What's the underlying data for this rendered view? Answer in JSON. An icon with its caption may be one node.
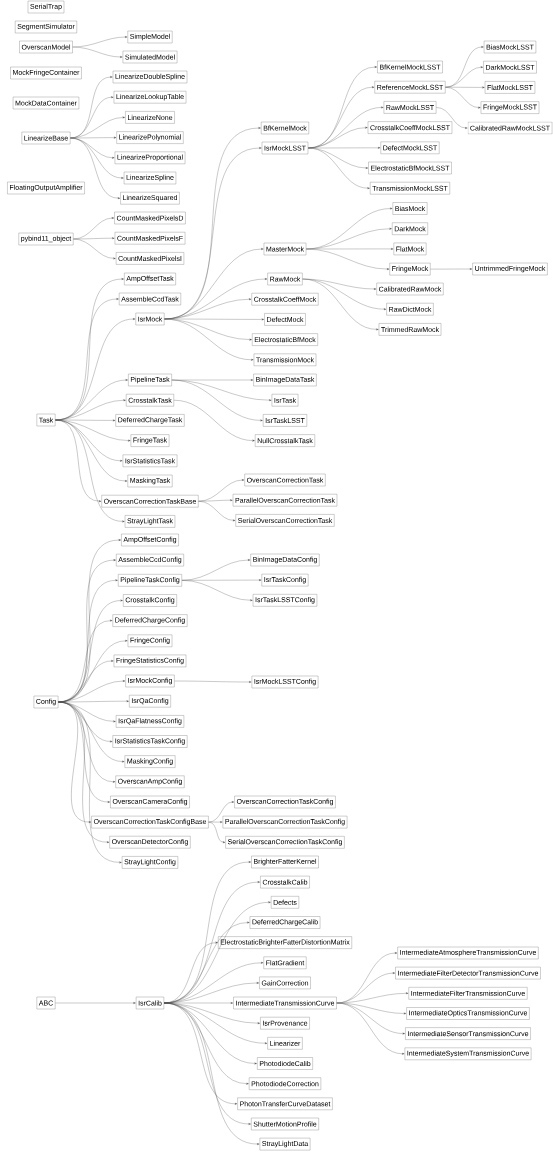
{
  "diagram": {
    "nodes": [
      {
        "text": [
          "SerialTrap"
        ]
      },
      {
        "text": [
          "SegmentSimulator"
        ]
      },
      {
        "text": [
          "OverscanModel"
        ]
      },
      {
        "text": [
          "SimpleModel"
        ]
      },
      {
        "text": [
          "SimulatedModel"
        ]
      },
      {
        "text": [
          "MockFringeContainer"
        ]
      },
      {
        "text": [
          "MockDataContainer"
        ]
      },
      {
        "text": [
          "LinearizeBase"
        ]
      },
      {
        "text": [
          "LinearizeDoubleSpline"
        ]
      },
      {
        "text": [
          "LinearizeLookupTable"
        ]
      },
      {
        "text": [
          "LinearizeNone"
        ]
      },
      {
        "text": [
          "LinearizePolynomial"
        ]
      },
      {
        "text": [
          "LinearizeProportional"
        ]
      },
      {
        "text": [
          "LinearizeSpline"
        ]
      },
      {
        "text": [
          "LinearizeSquared"
        ]
      },
      {
        "text": [
          "FloatingOutputAmplifier"
        ]
      },
      {
        "text": [
          "pybind11_object"
        ]
      },
      {
        "text": [
          "CountMaskedPixelsD"
        ]
      },
      {
        "text": [
          "CountMaskedPixelsF"
        ]
      },
      {
        "text": [
          "CountMaskedPixelsI"
        ]
      },
      {
        "text": [
          "Task"
        ]
      },
      {
        "text": [
          "AmpOffsetTask"
        ]
      },
      {
        "text": [
          "AssembleCcdTask"
        ]
      },
      {
        "text": [
          "IsrMock"
        ]
      },
      {
        "text": [
          "PipelineTask"
        ]
      },
      {
        "text": [
          "CrosstalkTask"
        ]
      },
      {
        "text": [
          "DeferredChargeTask"
        ]
      },
      {
        "text": [
          "FringeTask"
        ]
      },
      {
        "text": [
          "IsrStatisticsTask"
        ]
      },
      {
        "text": [
          "MaskingTask"
        ]
      },
      {
        "text": [
          "OverscanCorrectionTaskBase"
        ]
      },
      {
        "text": [
          "StrayLightTask"
        ]
      },
      {
        "text": [
          "BfKernelMock"
        ]
      },
      {
        "text": [
          "IsrMockLSST"
        ]
      },
      {
        "text": [
          "MasterMock"
        ]
      },
      {
        "text": [
          "RawMock"
        ]
      },
      {
        "text": [
          "CrosstalkCoeffMock"
        ]
      },
      {
        "text": [
          "DefectMock"
        ]
      },
      {
        "text": [
          "ElectrostaticBfMock"
        ]
      },
      {
        "text": [
          "TransmissionMock"
        ]
      },
      {
        "text": [
          "BinImageDataTask"
        ]
      },
      {
        "text": [
          "IsrTask"
        ]
      },
      {
        "text": [
          "IsrTaskLSST"
        ]
      },
      {
        "text": [
          "NullCrosstalkTask"
        ]
      },
      {
        "text": [
          "OverscanCorrectionTask"
        ]
      },
      {
        "text": [
          "ParallelOverscanCorrectionTask"
        ]
      },
      {
        "text": [
          "SerialOverscanCorrectionTask"
        ]
      },
      {
        "text": [
          "BfKernelMockLSST"
        ]
      },
      {
        "text": [
          "ReferenceMockLSST"
        ]
      },
      {
        "text": [
          "RawMockLSST"
        ]
      },
      {
        "text": [
          "CrosstalkCoeffMockLSST"
        ]
      },
      {
        "text": [
          "DefectMockLSST"
        ]
      },
      {
        "text": [
          "ElectrostaticBfMockLSST"
        ]
      },
      {
        "text": [
          "TransmissionMockLSST"
        ]
      },
      {
        "text": [
          "BiasMock"
        ]
      },
      {
        "text": [
          "DarkMock"
        ]
      },
      {
        "text": [
          "FlatMock"
        ]
      },
      {
        "text": [
          "FringeMock"
        ]
      },
      {
        "text": [
          "CalibratedRawMock"
        ]
      },
      {
        "text": [
          "RawDictMock"
        ]
      },
      {
        "text": [
          "TrimmedRawMock"
        ]
      },
      {
        "text": [
          "BiasMockLSST"
        ]
      },
      {
        "text": [
          "DarkMockLSST"
        ]
      },
      {
        "text": [
          "FlatMockLSST"
        ]
      },
      {
        "text": [
          "FringeMockLSST"
        ]
      },
      {
        "text": [
          "CalibratedRawMockLSST"
        ]
      },
      {
        "text": [
          "UntrimmedFringeMock"
        ]
      },
      {
        "text": [
          "Config"
        ]
      },
      {
        "text": [
          "AmpOffsetConfig"
        ]
      },
      {
        "text": [
          "AssembleCcdConfig"
        ]
      },
      {
        "text": [
          "PipelineTaskConfig"
        ]
      },
      {
        "text": [
          "CrosstalkConfig"
        ]
      },
      {
        "text": [
          "DeferredChargeConfig"
        ]
      },
      {
        "text": [
          "FringeConfig"
        ]
      },
      {
        "text": [
          "FringeStatisticsConfig"
        ]
      },
      {
        "text": [
          "IsrMockConfig"
        ]
      },
      {
        "text": [
          "IsrQaConfig"
        ]
      },
      {
        "text": [
          "IsrQaFlatnessConfig"
        ]
      },
      {
        "text": [
          "IsrStatisticsTaskConfig"
        ]
      },
      {
        "text": [
          "MaskingConfig"
        ]
      },
      {
        "text": [
          "OverscanAmpConfig"
        ]
      },
      {
        "text": [
          "OverscanCameraConfig"
        ]
      },
      {
        "text": [
          "OverscanCorrectionTaskConfigBase"
        ]
      },
      {
        "text": [
          "OverscanDetectorConfig"
        ]
      },
      {
        "text": [
          "StrayLightConfig"
        ]
      },
      {
        "text": [
          "BinImageDataConfig"
        ]
      },
      {
        "text": [
          "IsrTaskConfig"
        ]
      },
      {
        "text": [
          "IsrTaskLSSTConfig"
        ]
      },
      {
        "text": [
          "IsrMockLSSTConfig"
        ]
      },
      {
        "text": [
          "OverscanCorrectionTaskConfig"
        ]
      },
      {
        "text": [
          "ParallelOverscanCorrectionTaskConfig"
        ]
      },
      {
        "text": [
          "SerialOverscanCorrectionTaskConfig"
        ]
      },
      {
        "text": [
          "ABC"
        ]
      },
      {
        "text": [
          "IsrCalib"
        ]
      },
      {
        "text": [
          "BrighterFatterKernel"
        ]
      },
      {
        "text": [
          "CrosstalkCalib"
        ]
      },
      {
        "text": [
          "Defects"
        ]
      },
      {
        "text": [
          "DeferredChargeCalib"
        ]
      },
      {
        "text": [
          "ElectrostaticBrighterFatterDistortionMatrix"
        ]
      },
      {
        "text": [
          "FlatGradient"
        ]
      },
      {
        "text": [
          "GainCorrection"
        ]
      },
      {
        "text": [
          "IntermediateTransmissionCurve"
        ]
      },
      {
        "text": [
          "IsrProvenance"
        ]
      },
      {
        "text": [
          "Linearizer"
        ]
      },
      {
        "text": [
          "PhotodiodeCalib"
        ]
      },
      {
        "text": [
          "PhotodiodeCorrection"
        ]
      },
      {
        "text": [
          "PhotonTransferCurveDataset"
        ]
      },
      {
        "text": [
          "ShutterMotionProfile"
        ]
      },
      {
        "text": [
          "StrayLightData"
        ]
      },
      {
        "text": [
          "IntermediateAtmosphereTransmissionCurve"
        ]
      },
      {
        "text": [
          "IntermediateFilterDetectorTransmissionCurve"
        ]
      },
      {
        "text": [
          "IntermediateFilterTransmissionCurve"
        ]
      },
      {
        "text": [
          "IntermediateOpticsTransmissionCurve"
        ]
      },
      {
        "text": [
          "IntermediateSensorTransmissionCurve"
        ]
      },
      {
        "text": [
          "IntermediateSystemTransmissionCurve"
        ]
      }
    ],
    "edges": [
      {
        "from": 2,
        "to": 3,
        "arrow": "to"
      },
      {
        "from": 2,
        "to": 4,
        "arrow": "to"
      },
      {
        "from": 7,
        "to": 8,
        "arrow": "to"
      },
      {
        "from": 7,
        "to": 9,
        "arrow": "to"
      },
      {
        "from": 7,
        "to": 10,
        "arrow": "to"
      },
      {
        "from": 7,
        "to": 11,
        "arrow": "to"
      },
      {
        "from": 7,
        "to": 12,
        "arrow": "to"
      },
      {
        "from": 7,
        "to": 13,
        "arrow": "to"
      },
      {
        "from": 7,
        "to": 14,
        "arrow": "to"
      },
      {
        "from": 16,
        "to": 17,
        "arrow": "to"
      },
      {
        "from": 16,
        "to": 18,
        "arrow": "to"
      },
      {
        "from": 16,
        "to": 19,
        "arrow": "to"
      },
      {
        "from": 20,
        "to": 21,
        "arrow": "to"
      },
      {
        "from": 20,
        "to": 22,
        "arrow": "to"
      },
      {
        "from": 20,
        "to": 23,
        "arrow": "to"
      },
      {
        "from": 20,
        "to": 24,
        "arrow": "to"
      },
      {
        "from": 20,
        "to": 25,
        "arrow": "to"
      },
      {
        "from": 20,
        "to": 26,
        "arrow": "to"
      },
      {
        "from": 20,
        "to": 27,
        "arrow": "to"
      },
      {
        "from": 20,
        "to": 28,
        "arrow": "to"
      },
      {
        "from": 20,
        "to": 29,
        "arrow": "to"
      },
      {
        "from": 20,
        "to": 30,
        "arrow": "to"
      },
      {
        "from": 20,
        "to": 31,
        "arrow": "to"
      },
      {
        "from": 23,
        "to": 32,
        "arrow": "to"
      },
      {
        "from": 23,
        "to": 33,
        "arrow": "to"
      },
      {
        "from": 23,
        "to": 34,
        "arrow": "to"
      },
      {
        "from": 23,
        "to": 35,
        "arrow": "to"
      },
      {
        "from": 23,
        "to": 36,
        "arrow": "to"
      },
      {
        "from": 23,
        "to": 37,
        "arrow": "to"
      },
      {
        "from": 23,
        "to": 38,
        "arrow": "to"
      },
      {
        "from": 23,
        "to": 39,
        "arrow": "to"
      },
      {
        "from": 24,
        "to": 40,
        "arrow": "to"
      },
      {
        "from": 24,
        "to": 41,
        "arrow": "to"
      },
      {
        "from": 24,
        "to": 42,
        "arrow": "to"
      },
      {
        "from": 25,
        "to": 43,
        "arrow": "to"
      },
      {
        "from": 30,
        "to": 44,
        "arrow": "to"
      },
      {
        "from": 30,
        "to": 45,
        "arrow": "to"
      },
      {
        "from": 30,
        "to": 46,
        "arrow": "to"
      },
      {
        "from": 33,
        "to": 47,
        "arrow": "to"
      },
      {
        "from": 33,
        "to": 48,
        "arrow": "to"
      },
      {
        "from": 33,
        "to": 49,
        "arrow": "to"
      },
      {
        "from": 33,
        "to": 50,
        "arrow": "to"
      },
      {
        "from": 33,
        "to": 51,
        "arrow": "to"
      },
      {
        "from": 33,
        "to": 52,
        "arrow": "to"
      },
      {
        "from": 33,
        "to": 53,
        "arrow": "to"
      },
      {
        "from": 34,
        "to": 54,
        "arrow": "to"
      },
      {
        "from": 34,
        "to": 55,
        "arrow": "to"
      },
      {
        "from": 34,
        "to": 56,
        "arrow": "to"
      },
      {
        "from": 34,
        "to": 57,
        "arrow": "to"
      },
      {
        "from": 35,
        "to": 58,
        "arrow": "to"
      },
      {
        "from": 35,
        "to": 59,
        "arrow": "to"
      },
      {
        "from": 35,
        "to": 60,
        "arrow": "to"
      },
      {
        "from": 48,
        "to": 61,
        "arrow": "to"
      },
      {
        "from": 48,
        "to": 62,
        "arrow": "to"
      },
      {
        "from": 48,
        "to": 63,
        "arrow": "to"
      },
      {
        "from": 48,
        "to": 64,
        "arrow": "to"
      },
      {
        "from": 49,
        "to": 65,
        "arrow": "to"
      },
      {
        "from": 57,
        "to": 66,
        "arrow": "to"
      },
      {
        "from": 67,
        "to": 68,
        "arrow": "to"
      },
      {
        "from": 67,
        "to": 69,
        "arrow": "to"
      },
      {
        "from": 67,
        "to": 70,
        "arrow": "to"
      },
      {
        "from": 67,
        "to": 71,
        "arrow": "to"
      },
      {
        "from": 67,
        "to": 72,
        "arrow": "to"
      },
      {
        "from": 67,
        "to": 73,
        "arrow": "to"
      },
      {
        "from": 67,
        "to": 74,
        "arrow": "to"
      },
      {
        "from": 67,
        "to": 75,
        "arrow": "to"
      },
      {
        "from": 67,
        "to": 76,
        "arrow": "to"
      },
      {
        "from": 67,
        "to": 77,
        "arrow": "to"
      },
      {
        "from": 67,
        "to": 78,
        "arrow": "to"
      },
      {
        "from": 67,
        "to": 79,
        "arrow": "to"
      },
      {
        "from": 67,
        "to": 80,
        "arrow": "to"
      },
      {
        "from": 67,
        "to": 81,
        "arrow": "to"
      },
      {
        "from": 67,
        "to": 82,
        "arrow": "to"
      },
      {
        "from": 67,
        "to": 83,
        "arrow": "to"
      },
      {
        "from": 67,
        "to": 84,
        "arrow": "to"
      },
      {
        "from": 70,
        "to": 85,
        "arrow": "to"
      },
      {
        "from": 70,
        "to": 86,
        "arrow": "to"
      },
      {
        "from": 70,
        "to": 87,
        "arrow": "to"
      },
      {
        "from": 75,
        "to": 88,
        "arrow": "to"
      },
      {
        "from": 82,
        "to": 89,
        "arrow": "to"
      },
      {
        "from": 82,
        "to": 90,
        "arrow": "to"
      },
      {
        "from": 82,
        "to": 91,
        "arrow": "to"
      },
      {
        "from": 92,
        "to": 93,
        "arrow": "to"
      },
      {
        "from": 93,
        "to": 94,
        "arrow": "to"
      },
      {
        "from": 93,
        "to": 95,
        "arrow": "to"
      },
      {
        "from": 93,
        "to": 96,
        "arrow": "to"
      },
      {
        "from": 93,
        "to": 97,
        "arrow": "to"
      },
      {
        "from": 93,
        "to": 98,
        "arrow": "to"
      },
      {
        "from": 93,
        "to": 99,
        "arrow": "to"
      },
      {
        "from": 93,
        "to": 100,
        "arrow": "to"
      },
      {
        "from": 93,
        "to": 101,
        "arrow": "to"
      },
      {
        "from": 93,
        "to": 102,
        "arrow": "to"
      },
      {
        "from": 93,
        "to": 103,
        "arrow": "to"
      },
      {
        "from": 93,
        "to": 104,
        "arrow": "to"
      },
      {
        "from": 93,
        "to": 105,
        "arrow": "to"
      },
      {
        "from": 93,
        "to": 106,
        "arrow": "to"
      },
      {
        "from": 93,
        "to": 107,
        "arrow": "to"
      },
      {
        "from": 93,
        "to": 108,
        "arrow": "to"
      },
      {
        "from": 101,
        "to": 109,
        "arrow": "to"
      },
      {
        "from": 101,
        "to": 110,
        "arrow": "to"
      },
      {
        "from": 101,
        "to": 111,
        "arrow": "to"
      },
      {
        "from": 101,
        "to": 112,
        "arrow": "to"
      },
      {
        "from": 101,
        "to": 113,
        "arrow": "to"
      },
      {
        "from": 101,
        "to": 114,
        "arrow": "to"
      }
    ]
  }
}
